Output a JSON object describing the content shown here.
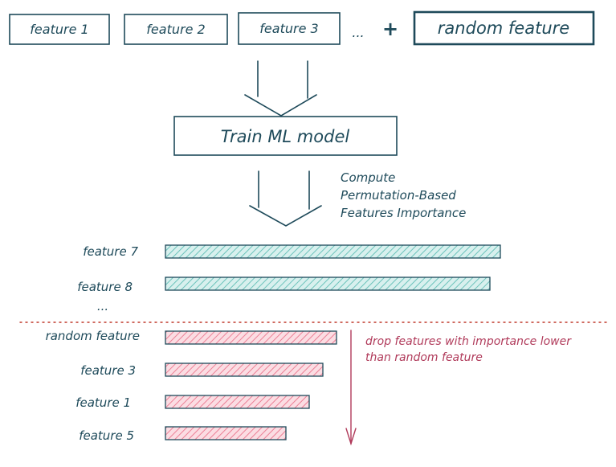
{
  "colors": {
    "ink": "#1e4a5a",
    "teal_fill": "#a3d9d4",
    "pink_fill": "#f4a6b4",
    "drop_note": "#b03a5a",
    "separator": "#c0392b"
  },
  "inputs": {
    "features": [
      "feature 1",
      "feature 2",
      "feature 3"
    ],
    "ellipsis": "...",
    "plus": "+",
    "random_feature": "random feature"
  },
  "train_box": {
    "label": "Train ML model"
  },
  "compute_note": {
    "lines": [
      "Compute",
      "Permutation-Based",
      "Features Importance"
    ]
  },
  "importance": {
    "above": [
      {
        "label": "feature 7",
        "importance": 1.0
      },
      {
        "label": "feature 8",
        "importance": 0.97
      }
    ],
    "above_ellipsis": "...",
    "below": [
      {
        "label": "random feature",
        "importance": 0.51
      },
      {
        "label": "feature 3",
        "importance": 0.47
      },
      {
        "label": "feature 1",
        "importance": 0.43
      },
      {
        "label": "feature 5",
        "importance": 0.36
      }
    ]
  },
  "drop_note": {
    "lines": [
      "drop features with importance lower",
      "than random feature"
    ]
  }
}
